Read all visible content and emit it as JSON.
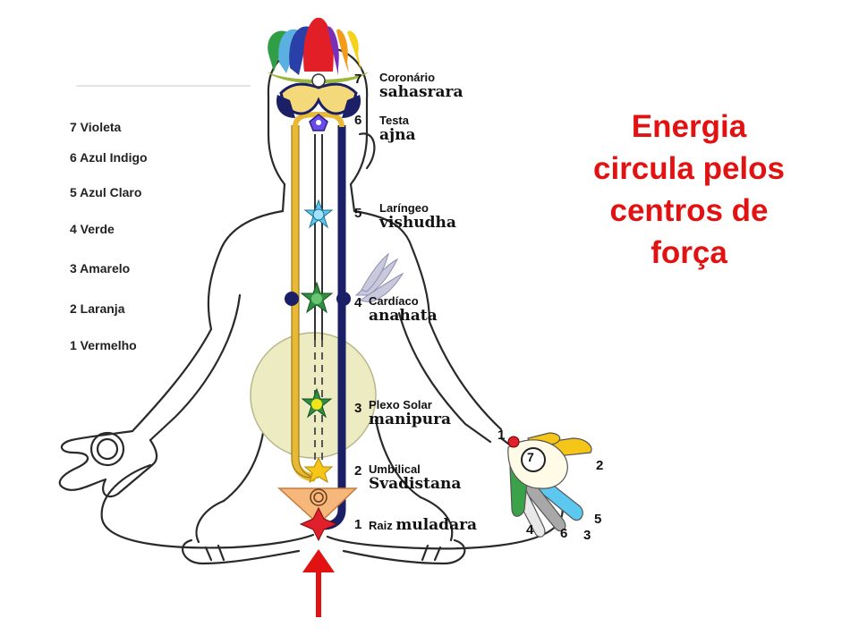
{
  "headline": {
    "lines": [
      "Energia",
      "circula pelos",
      "centros de",
      "força"
    ],
    "color": "#e31212"
  },
  "legend": {
    "items": [
      "7 Violeta",
      "6 Azul Indigo",
      "5 Azul Claro",
      "4 Verde",
      "3 Amarelo",
      "2 Laranja",
      "1 Vermelho"
    ]
  },
  "chakras": [
    {
      "num": "7",
      "portuguese": "Coronário",
      "sanskrit": "sahasrara",
      "color": "#8a2be2"
    },
    {
      "num": "6",
      "portuguese": "Testa",
      "sanskrit": "ajna",
      "color": "#4b3bd6"
    },
    {
      "num": "5",
      "portuguese": "Laríngeo",
      "sanskrit": "vishudha",
      "color": "#5cc8f0"
    },
    {
      "num": "4",
      "portuguese": "Cardíaco",
      "sanskrit": "anahata",
      "color": "#3aa34a"
    },
    {
      "num": "3",
      "portuguese": "Plexo Solar",
      "sanskrit": "manipura",
      "color": "#f2e61a"
    },
    {
      "num": "2",
      "portuguese": "Umbilical",
      "sanskrit": "Svadistana",
      "color": "#f5a623"
    },
    {
      "num": "1",
      "portuguese": "Raiz",
      "sanskrit": "muladara",
      "color": "#e0202a"
    }
  ],
  "hand": {
    "center_number": "7",
    "finger_numbers": [
      "1",
      "2",
      "5",
      "3",
      "6",
      "4"
    ]
  },
  "colors": {
    "arrow": "#e31212",
    "channel_left": "#e8b935",
    "channel_right": "#1a1f66",
    "solar_glow": "#ecebc2"
  }
}
